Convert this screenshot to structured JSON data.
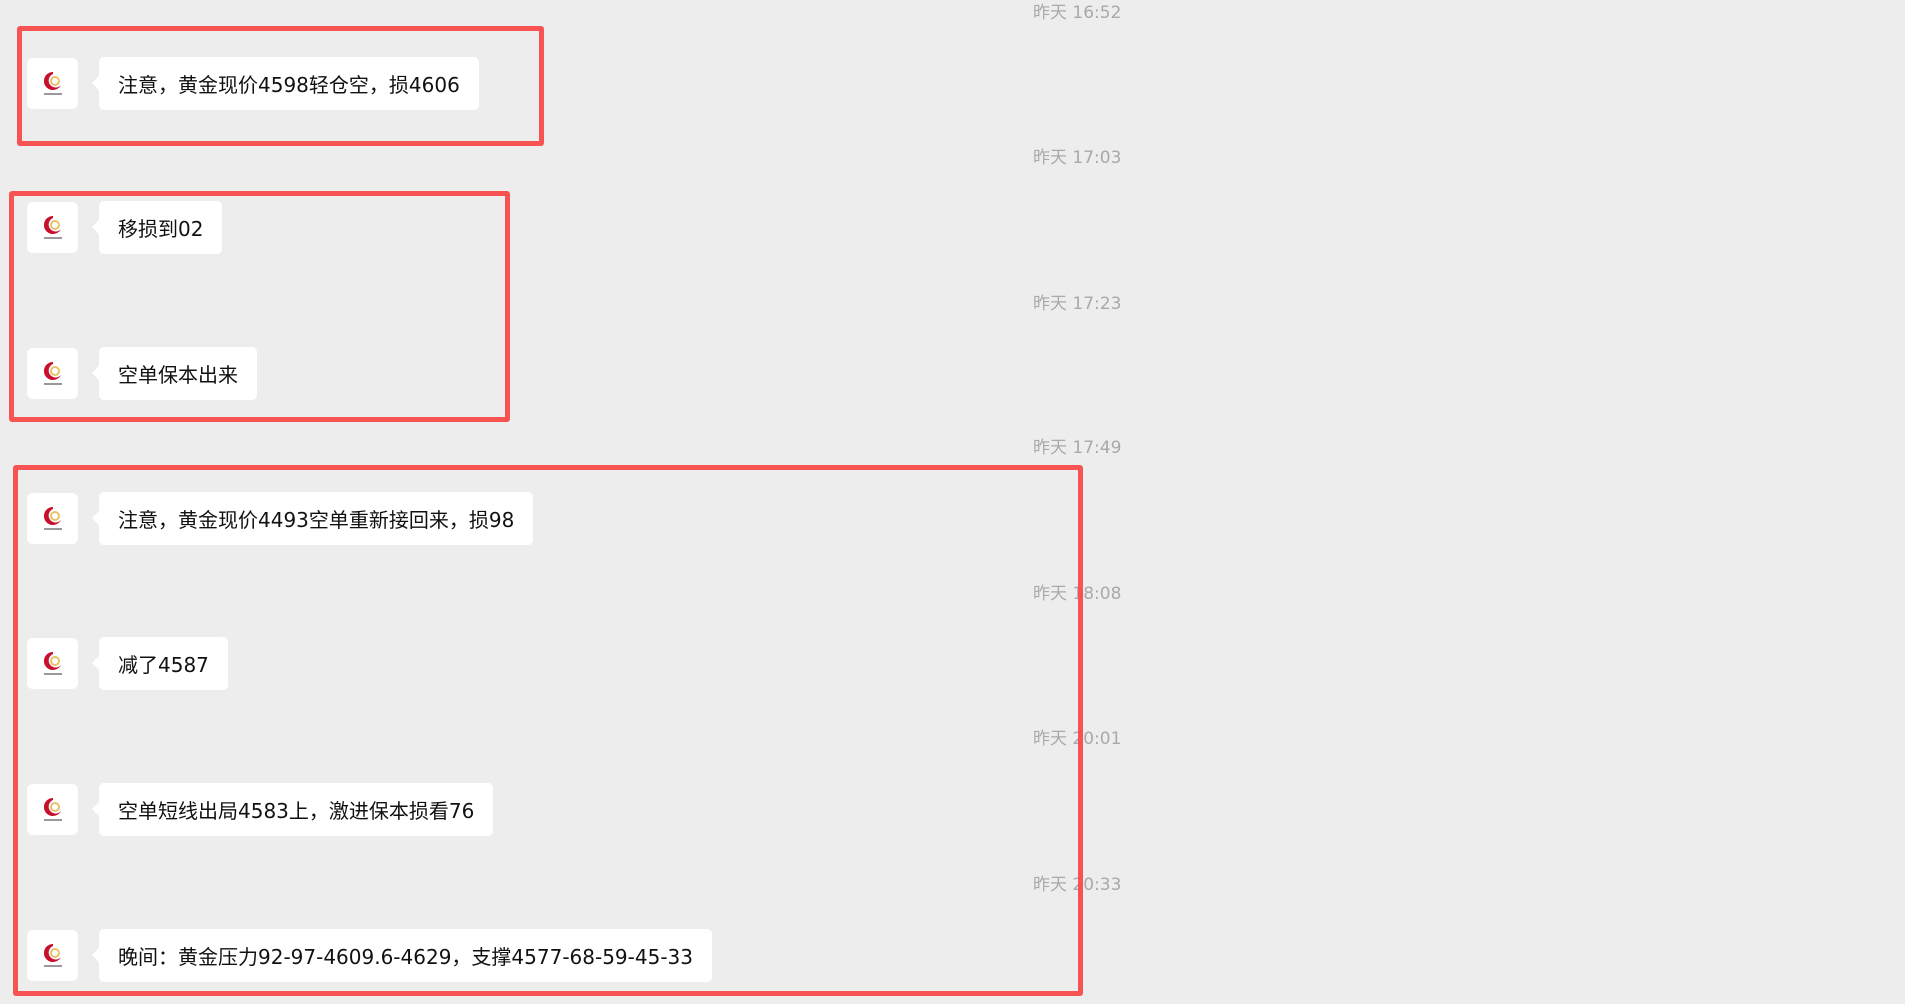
{
  "accent_color": "#f75353",
  "messages": [
    {
      "time": "昨天 16:52",
      "text": "注意，黄金现价4598轻仓空，损4606"
    },
    {
      "time": "昨天 17:03",
      "text": "移损到02"
    },
    {
      "time": "昨天 17:23",
      "text": "空单保本出来"
    },
    {
      "time": "昨天 17:49",
      "text": "注意，黄金现价4493空单重新接回来，损98"
    },
    {
      "time": "昨天 18:08",
      "text": "减了4587"
    },
    {
      "time": "昨天 20:01",
      "text": "空单短线出局4583上，激进保本损看76"
    },
    {
      "time": "昨天 20:33",
      "text": "晚间：黄金压力92-97-4609.6-4629，支撑4577-68-59-45-33"
    }
  ]
}
